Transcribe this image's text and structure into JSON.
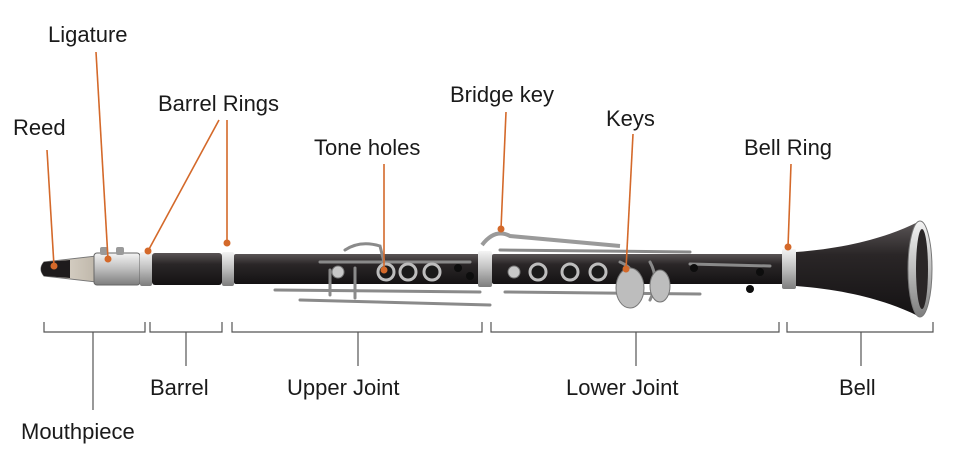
{
  "colors": {
    "leader": "#d4692a",
    "body": "#232021",
    "metal": "#c9c9c9",
    "bracket": "#555555",
    "text": "#1a1a1a"
  },
  "callouts": {
    "reed": "Reed",
    "ligature": "Ligature",
    "barrel_rings": "Barrel Rings",
    "tone_holes": "Tone holes",
    "bridge_key": "Bridge key",
    "keys": "Keys",
    "bell_ring": "Bell Ring"
  },
  "sections": {
    "mouthpiece": "Mouthpiece",
    "barrel": "Barrel",
    "upper_joint": "Upper Joint",
    "lower_joint": "Lower Joint",
    "bell": "Bell"
  }
}
